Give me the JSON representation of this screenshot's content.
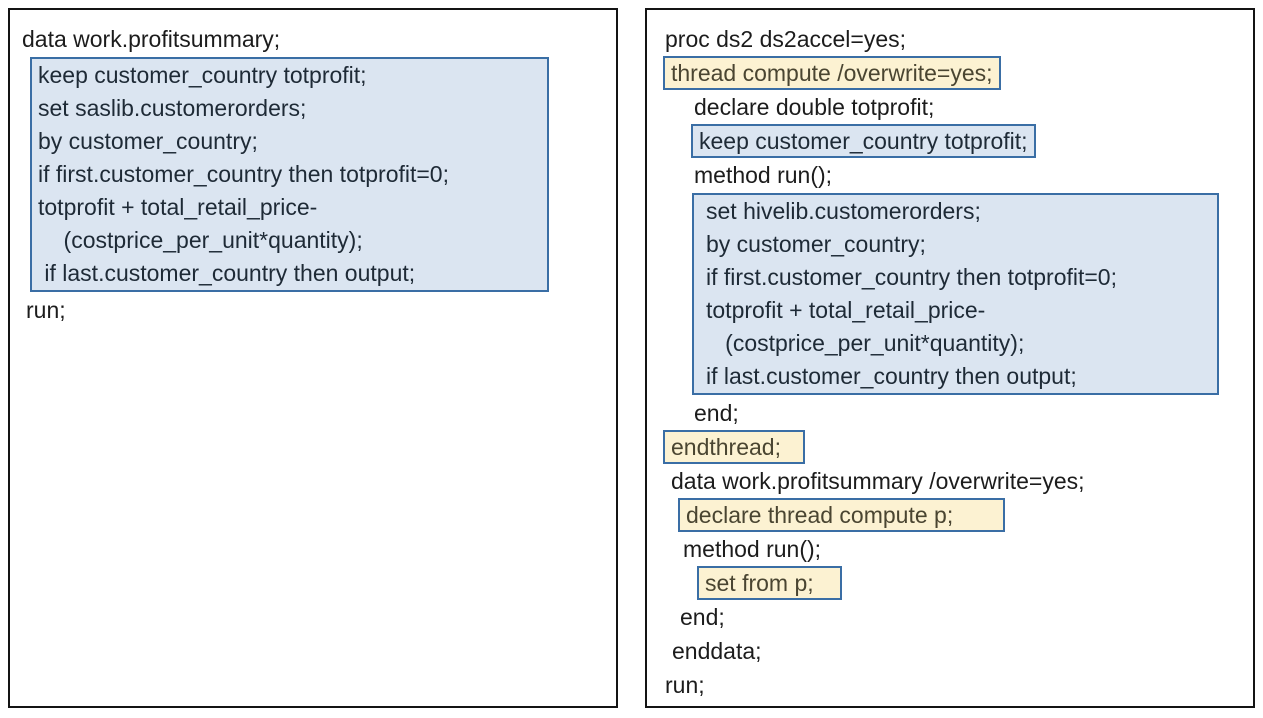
{
  "colors": {
    "panel_border": "#141414",
    "box_border": "#3a6ea5",
    "blue_fill": "#dbe5f1",
    "yellow_fill": "#fcf2d2",
    "text_default": "#1c1c1c",
    "text_blue_box": "#1e2a36",
    "text_yellow_box": "#4a4531"
  },
  "left_panel": {
    "line_data": "data work.profitsummary;",
    "blue_box_lines": [
      "keep customer_country totprofit;",
      "set saslib.customerorders;",
      "by customer_country;",
      "if first.customer_country then totprofit=0;",
      "totprofit + total_retail_price-",
      "    (costprice_per_unit*quantity);",
      " if last.customer_country then output;"
    ],
    "line_run": "run;"
  },
  "right_panel": {
    "line_proc": "proc ds2 ds2accel=yes;",
    "line_thread": "thread compute /overwrite=yes;",
    "line_declare_double": "declare double totprofit;",
    "line_keep": "keep customer_country totprofit;",
    "line_method1": "method run();",
    "blue_box_lines": [
      "set hivelib.customerorders;",
      "by customer_country;",
      "if first.customer_country then totprofit=0;",
      "totprofit + total_retail_price-",
      "   (costprice_per_unit*quantity);",
      "if last.customer_country then output;"
    ],
    "line_end1": "end;",
    "line_endthread": "endthread;",
    "line_data": "data work.profitsummary /overwrite=yes;",
    "line_declare_thread": "declare thread compute p;",
    "line_method2": "method run();",
    "line_set_from": "set from p;",
    "line_end2": "end;",
    "line_enddata": "enddata;",
    "line_run": "run;"
  }
}
